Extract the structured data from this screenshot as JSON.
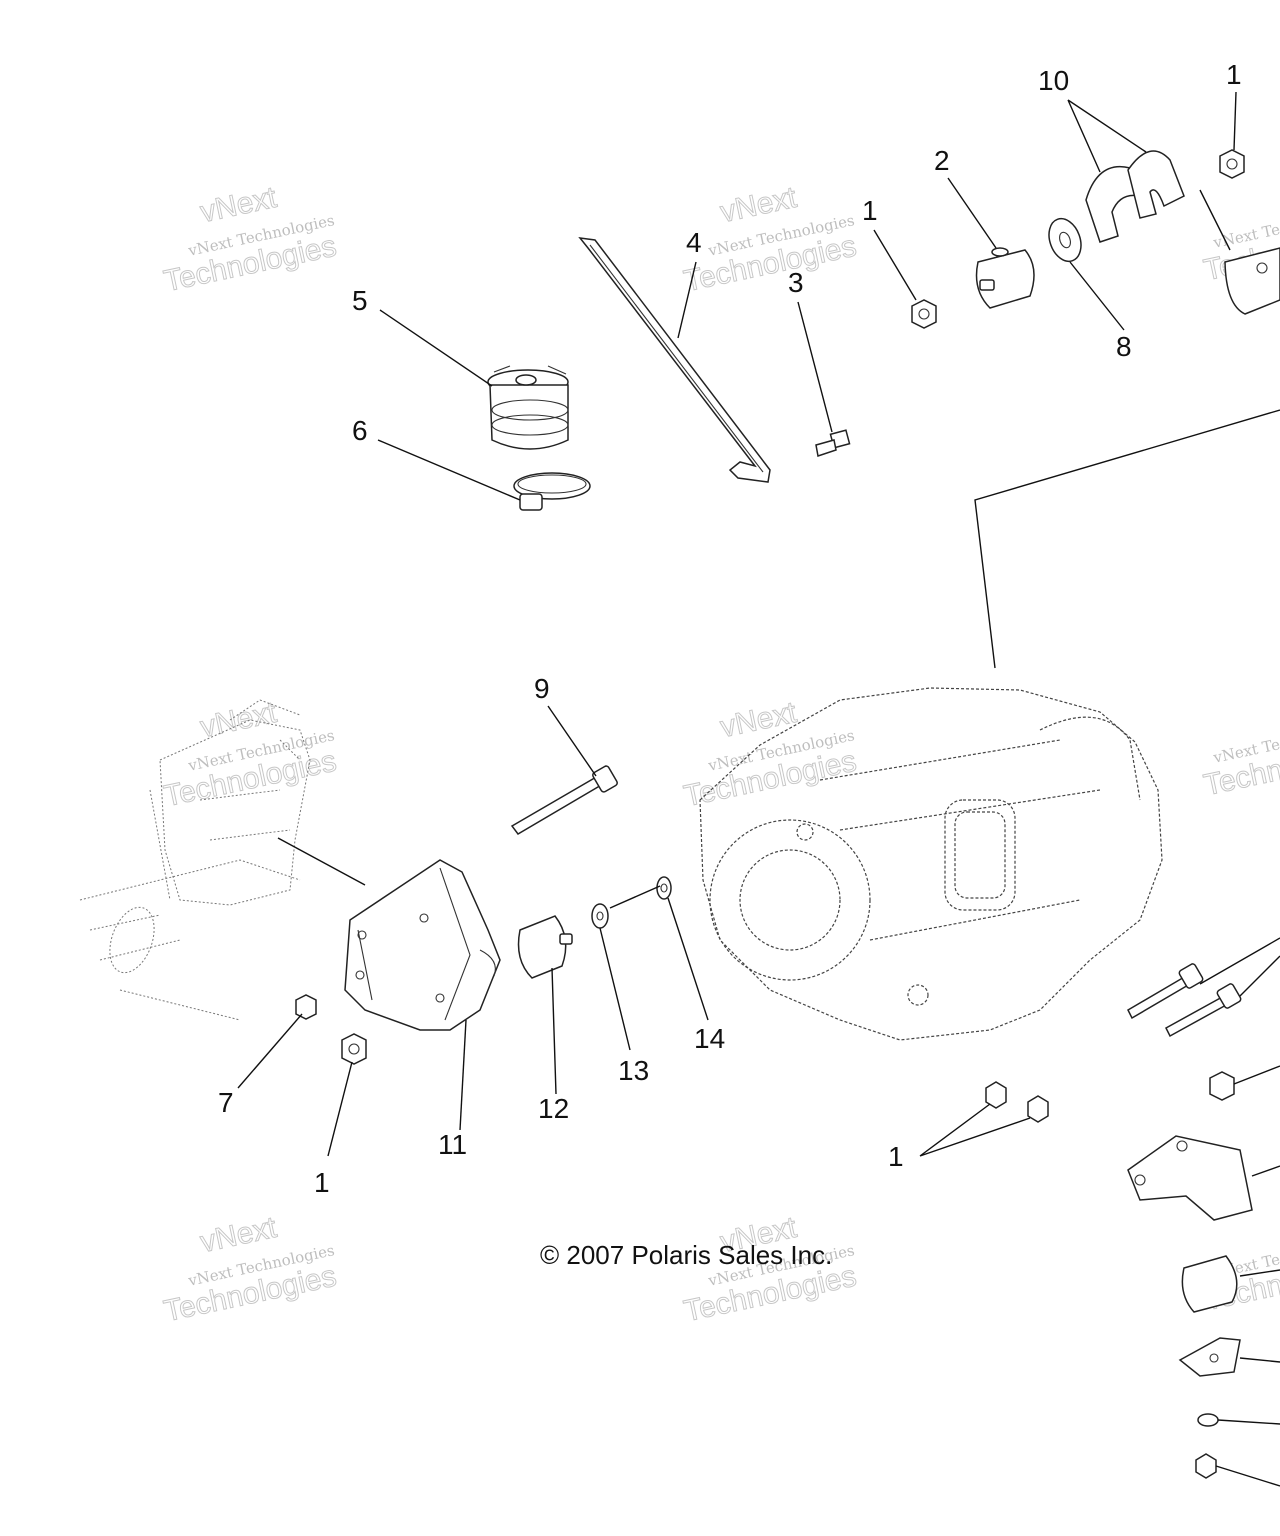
{
  "callouts": {
    "c1_top_right": "1",
    "c1_near_2": "1",
    "c1_left_bottom": "1",
    "c1_engine_bottom": "1",
    "c2": "2",
    "c3": "3",
    "c4": "4",
    "c5": "5",
    "c6": "6",
    "c7": "7",
    "c8": "8",
    "c9": "9",
    "c10": "10",
    "c11": "11",
    "c12": "12",
    "c13": "13",
    "c14": "14"
  },
  "copyright": "© 2007 Polaris Sales Inc.",
  "watermark": {
    "line1": "vNext Technologies",
    "line2": "Technologies",
    "line3": "vNext"
  }
}
